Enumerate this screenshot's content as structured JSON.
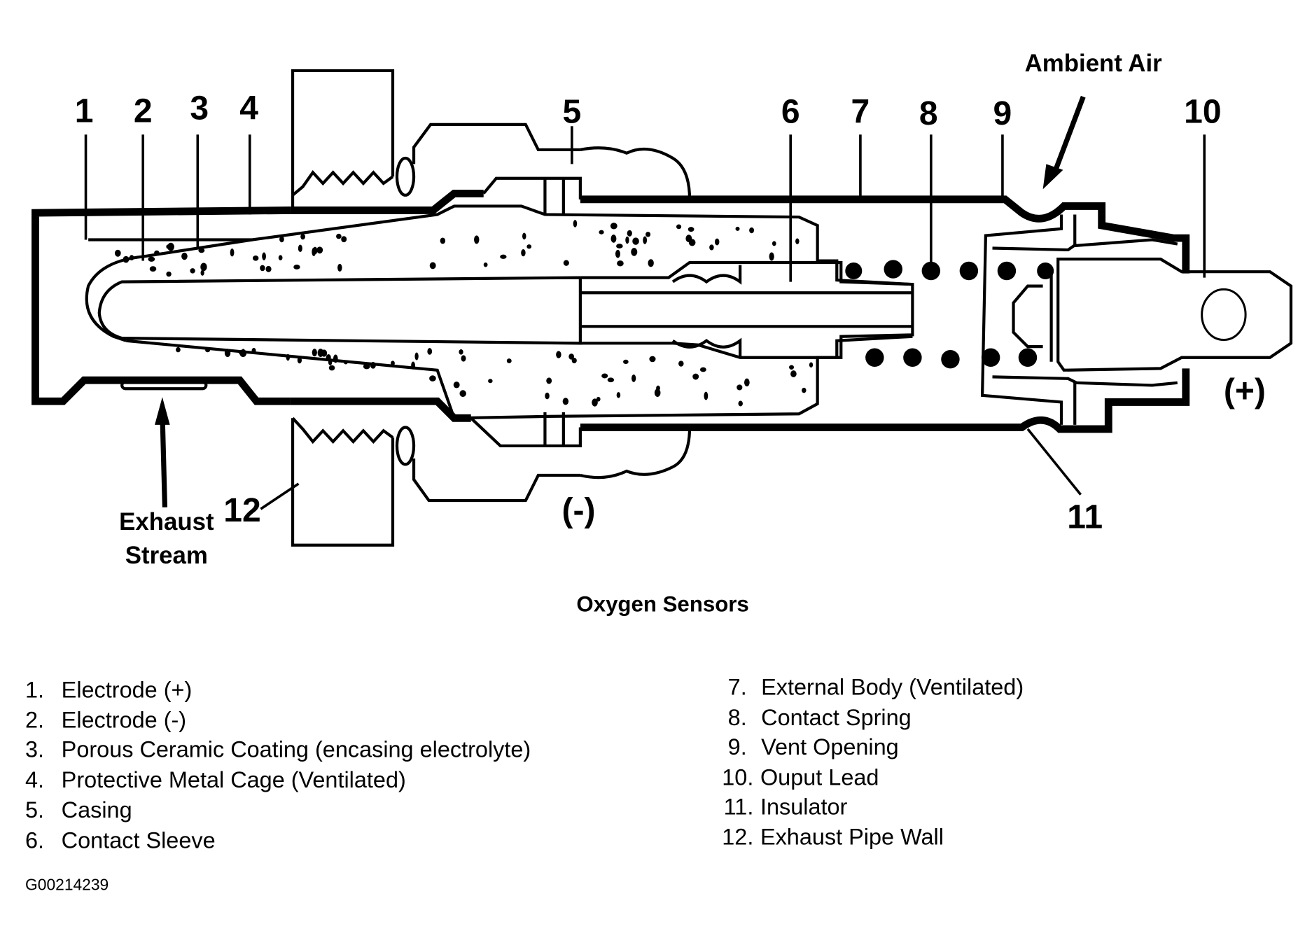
{
  "figure": {
    "title": "Oxygen Sensors",
    "figure_code": "G00214239"
  },
  "diagram": {
    "callouts": [
      {
        "number": "1"
      },
      {
        "number": "2"
      },
      {
        "number": "3"
      },
      {
        "number": "4"
      },
      {
        "number": "5"
      },
      {
        "number": "6"
      },
      {
        "number": "7"
      },
      {
        "number": "8"
      },
      {
        "number": "9"
      },
      {
        "number": "10"
      },
      {
        "number": "11"
      },
      {
        "number": "12"
      }
    ],
    "annotations": {
      "ambient_air": "Ambient Air",
      "exhaust_line1": "Exhaust",
      "exhaust_line2": "Stream",
      "negative_terminal": "(-)",
      "positive_terminal": "(+)"
    }
  },
  "legend": {
    "left": [
      {
        "num": "1.",
        "text": "Electrode (+)"
      },
      {
        "num": "2.",
        "text": "Electrode (-)"
      },
      {
        "num": "3.",
        "text": "Porous Ceramic Coating (encasing electrolyte)"
      },
      {
        "num": "4.",
        "text": "Protective Metal Cage (Ventilated)"
      },
      {
        "num": "5.",
        "text": "Casing"
      },
      {
        "num": "6.",
        "text": "Contact Sleeve"
      }
    ],
    "right": [
      {
        "num": "7.",
        "text": "External Body (Ventilated)"
      },
      {
        "num": "8.",
        "text": "Contact Spring"
      },
      {
        "num": "9.",
        "text": "Vent Opening"
      },
      {
        "num": "10.",
        "text": "Ouput Lead"
      },
      {
        "num": "11.",
        "text": "Insulator"
      },
      {
        "num": "12.",
        "text": "Exhaust Pipe Wall"
      }
    ]
  }
}
